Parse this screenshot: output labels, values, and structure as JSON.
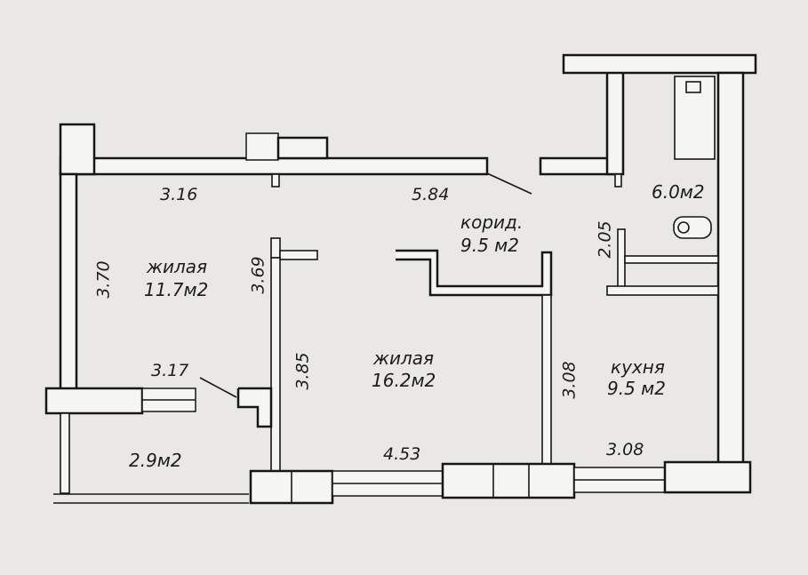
{
  "plan": {
    "rooms": [
      {
        "key": "living_small",
        "name": "жилая",
        "area": "11.7м2"
      },
      {
        "key": "living_large",
        "name": "жилая",
        "area": "16.2м2"
      },
      {
        "key": "corridor",
        "name": "корид.",
        "area": "9.5 м2"
      },
      {
        "key": "kitchen",
        "name": "кухня",
        "area": "9.5 м2"
      },
      {
        "key": "bathroom",
        "name": "",
        "area": "6.0м2"
      },
      {
        "key": "balcony",
        "name": "",
        "area": "2.9м2"
      }
    ],
    "dimensions": {
      "top_left": "3.16",
      "top_mid": "5.84",
      "left_wall": "3.70",
      "partition_upper": "3.69",
      "partition_lower": "3.85",
      "balcony_width": "3.17",
      "bottom_mid": "4.53",
      "bottom_right": "3.08",
      "kitchen_wall": "3.08",
      "bath_side": "2.05"
    }
  }
}
